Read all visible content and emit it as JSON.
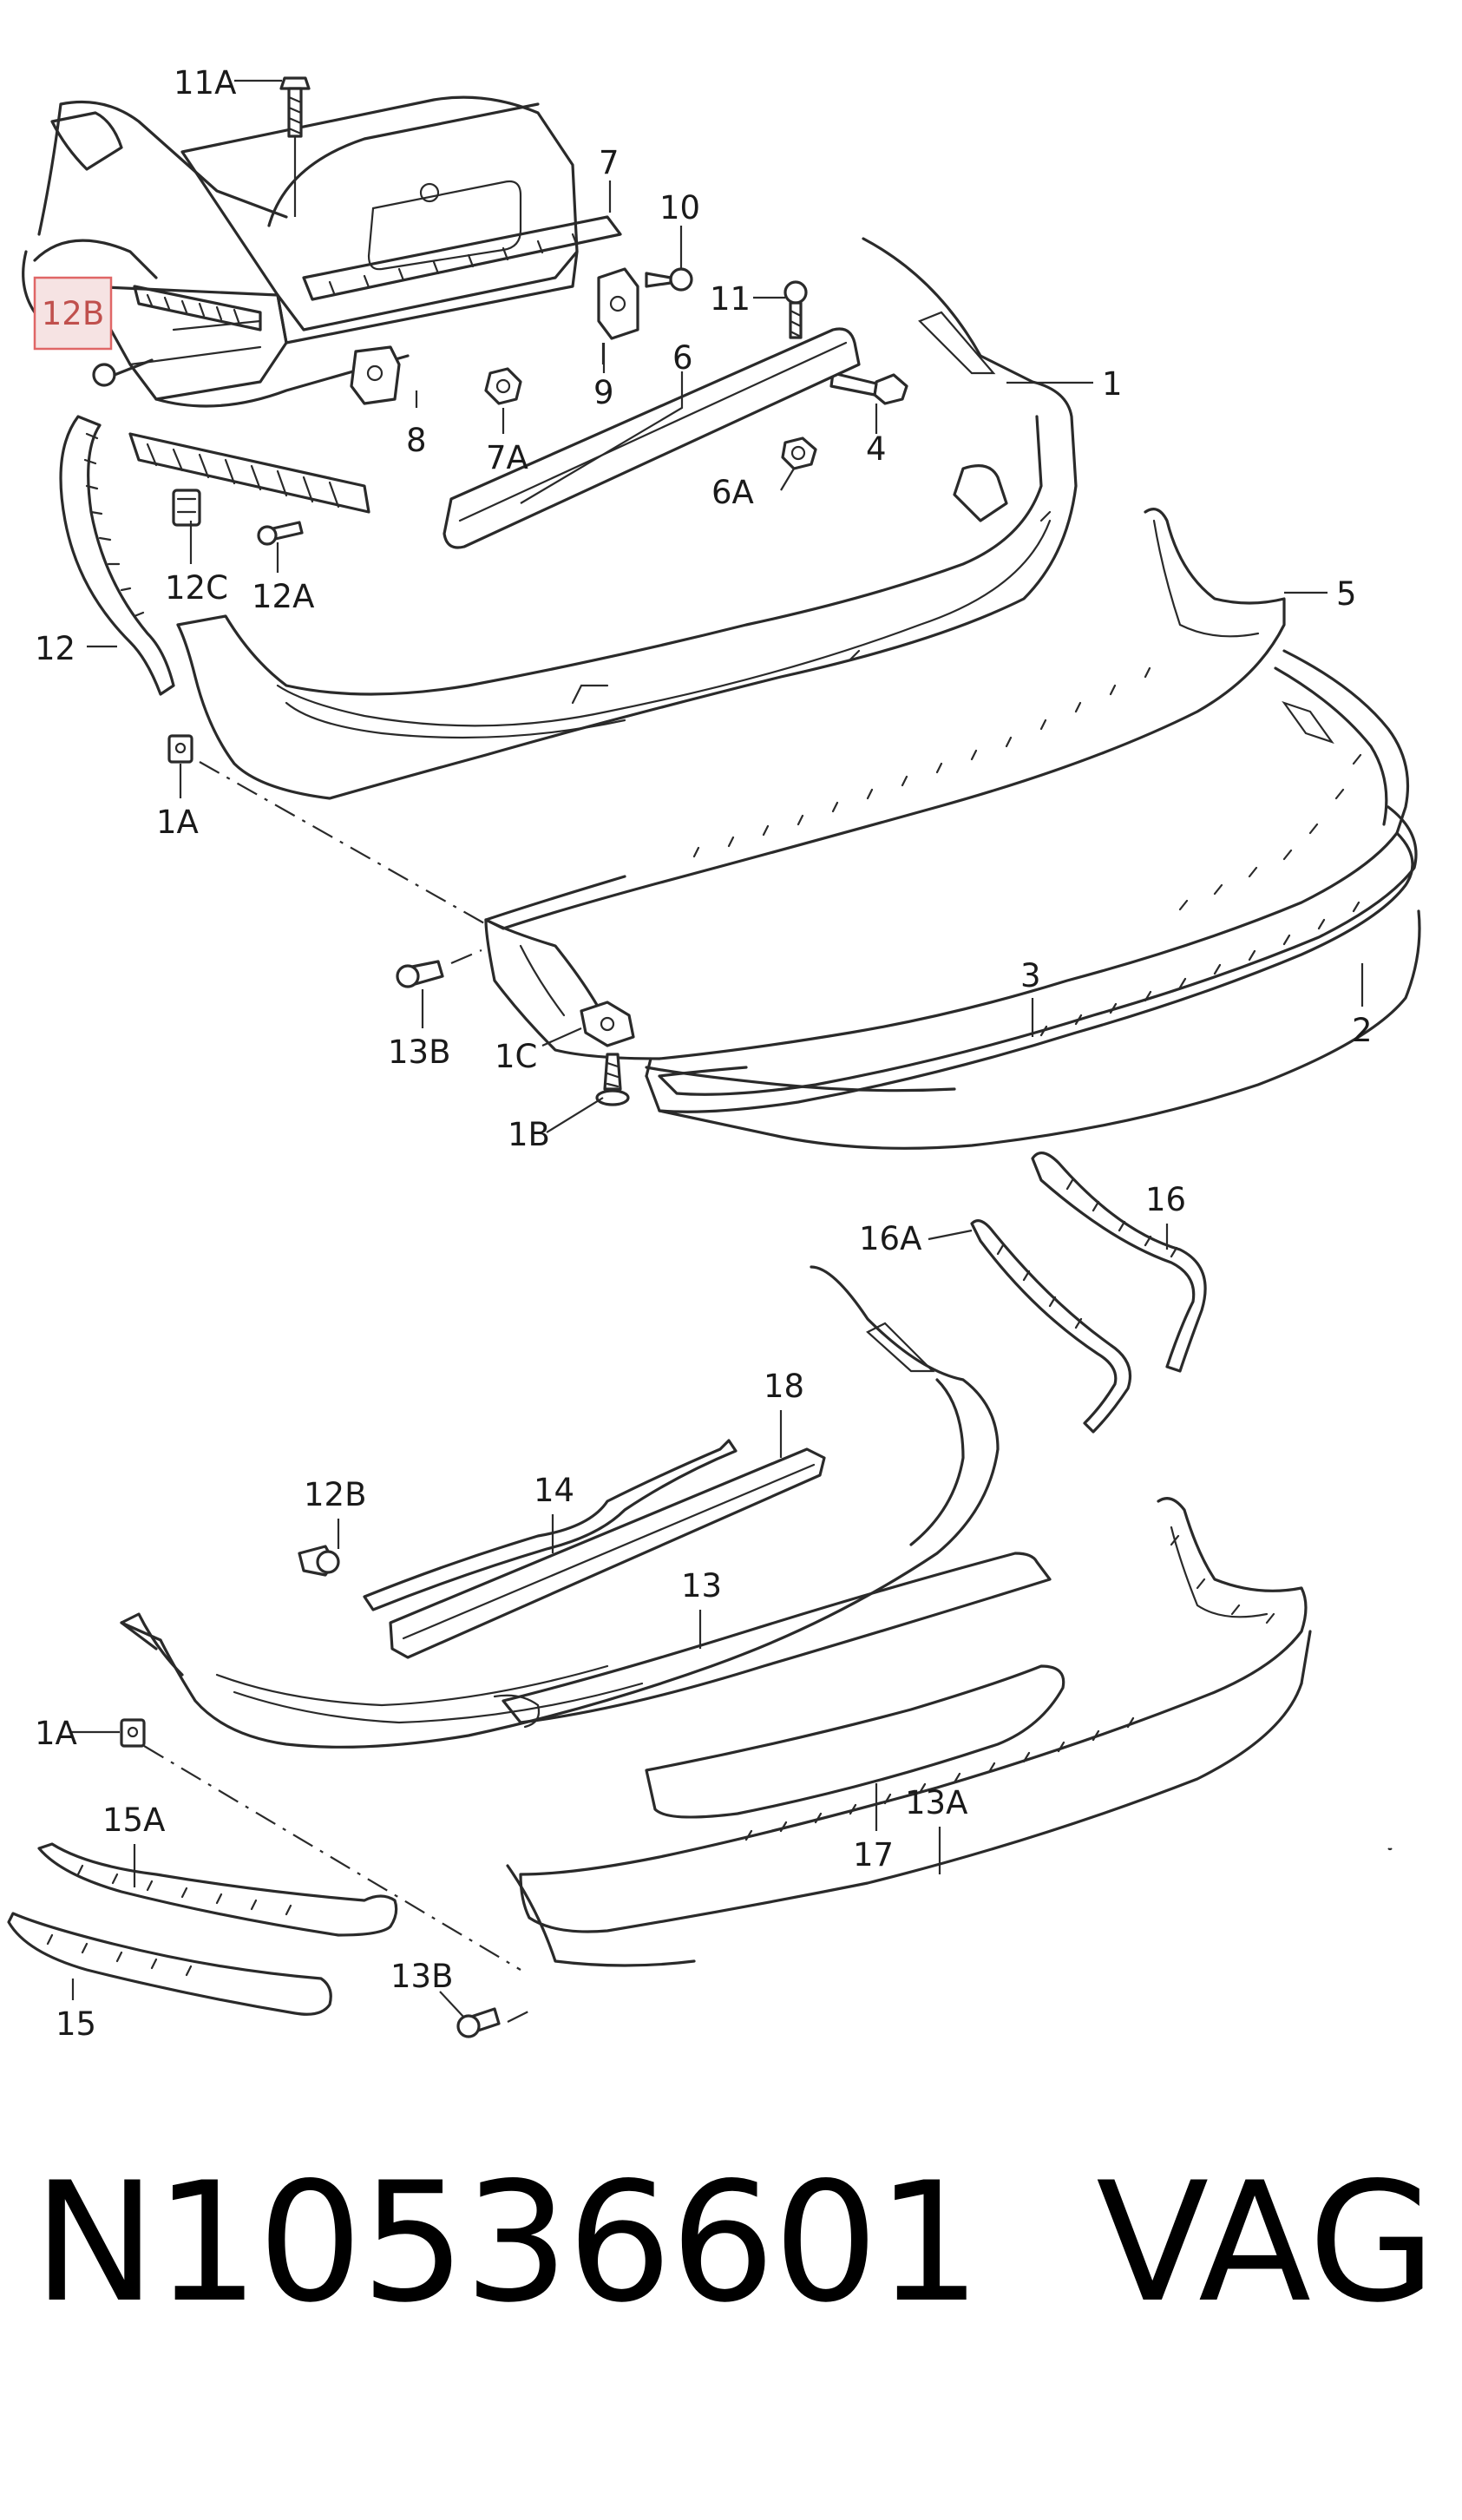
{
  "callouts": {
    "c11A_top": "11A",
    "c7": "7",
    "c10": "10",
    "c11": "11",
    "c12B_top": "12B",
    "c6": "6",
    "c1": "1",
    "c4": "4",
    "c9": "9",
    "c8": "8",
    "c7A": "7A",
    "c6A": "6A",
    "c12C": "12C",
    "c12A": "12A",
    "c12": "12",
    "c5": "5",
    "c1A_top": "1A",
    "c3": "3",
    "c2": "2",
    "c13B_top": "13B",
    "c1C": "1C",
    "c1B": "1B",
    "c16": "16",
    "c16A": "16A",
    "c18": "18",
    "c12B_bottom": "12B",
    "c14": "14",
    "c13": "13",
    "c1A_bottom": "1A",
    "c15A": "15A",
    "c17": "17",
    "c13A": "13A",
    "c13B_bottom": "13B",
    "c15": "15"
  },
  "highlight": {
    "label": "12B",
    "color": "#e06666"
  },
  "footer": {
    "part_number": "N10536601",
    "brand": "VAG"
  }
}
